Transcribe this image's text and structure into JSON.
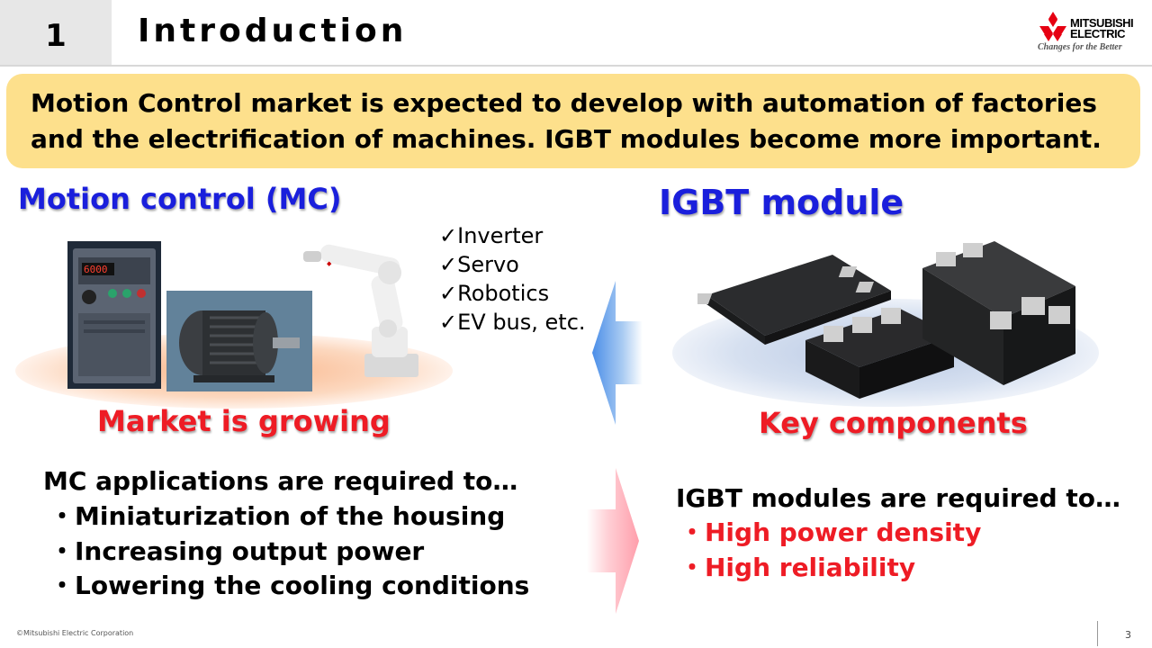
{
  "header": {
    "section_number": "1",
    "title": "Introduction",
    "logo": {
      "line1": "MITSUBISHI",
      "line2": "ELECTRIC",
      "tagline": "Changes for the Better",
      "icon": "three-diamond-logo-icon",
      "color": "#e60012"
    }
  },
  "banner": {
    "text": "Motion Control market is expected to develop with automation of factories and the electrification of machines. IGBT modules become more important.",
    "color": "#fde08c"
  },
  "left": {
    "title": "Motion control (MC)",
    "caption": "Market is growing",
    "checklist": [
      "✓Inverter",
      "✓Servo",
      "✓Robotics",
      "✓EV bus, etc."
    ],
    "req_heading": "MC applications are required to…",
    "requirements": [
      "・Miniaturization of the housing",
      "・Increasing output power",
      "・Lowering the cooling conditions"
    ],
    "images": [
      "inverter-image",
      "motor-image",
      "robot-arm-image"
    ]
  },
  "right": {
    "title": "IGBT module",
    "caption": "Key components",
    "req_heading": "IGBT modules are required to…",
    "requirements": [
      "・High power density",
      "・High reliability"
    ],
    "images": [
      "igbt-module-image"
    ]
  },
  "arrows": {
    "top": "left-arrow-icon",
    "bottom": "right-arrow-icon"
  },
  "colors": {
    "heading_blue": "#1a1fdc",
    "accent_red": "#ee1c25"
  },
  "footer": {
    "copyright": "©Mitsubishi Electric Corporation",
    "page_number": "3"
  }
}
